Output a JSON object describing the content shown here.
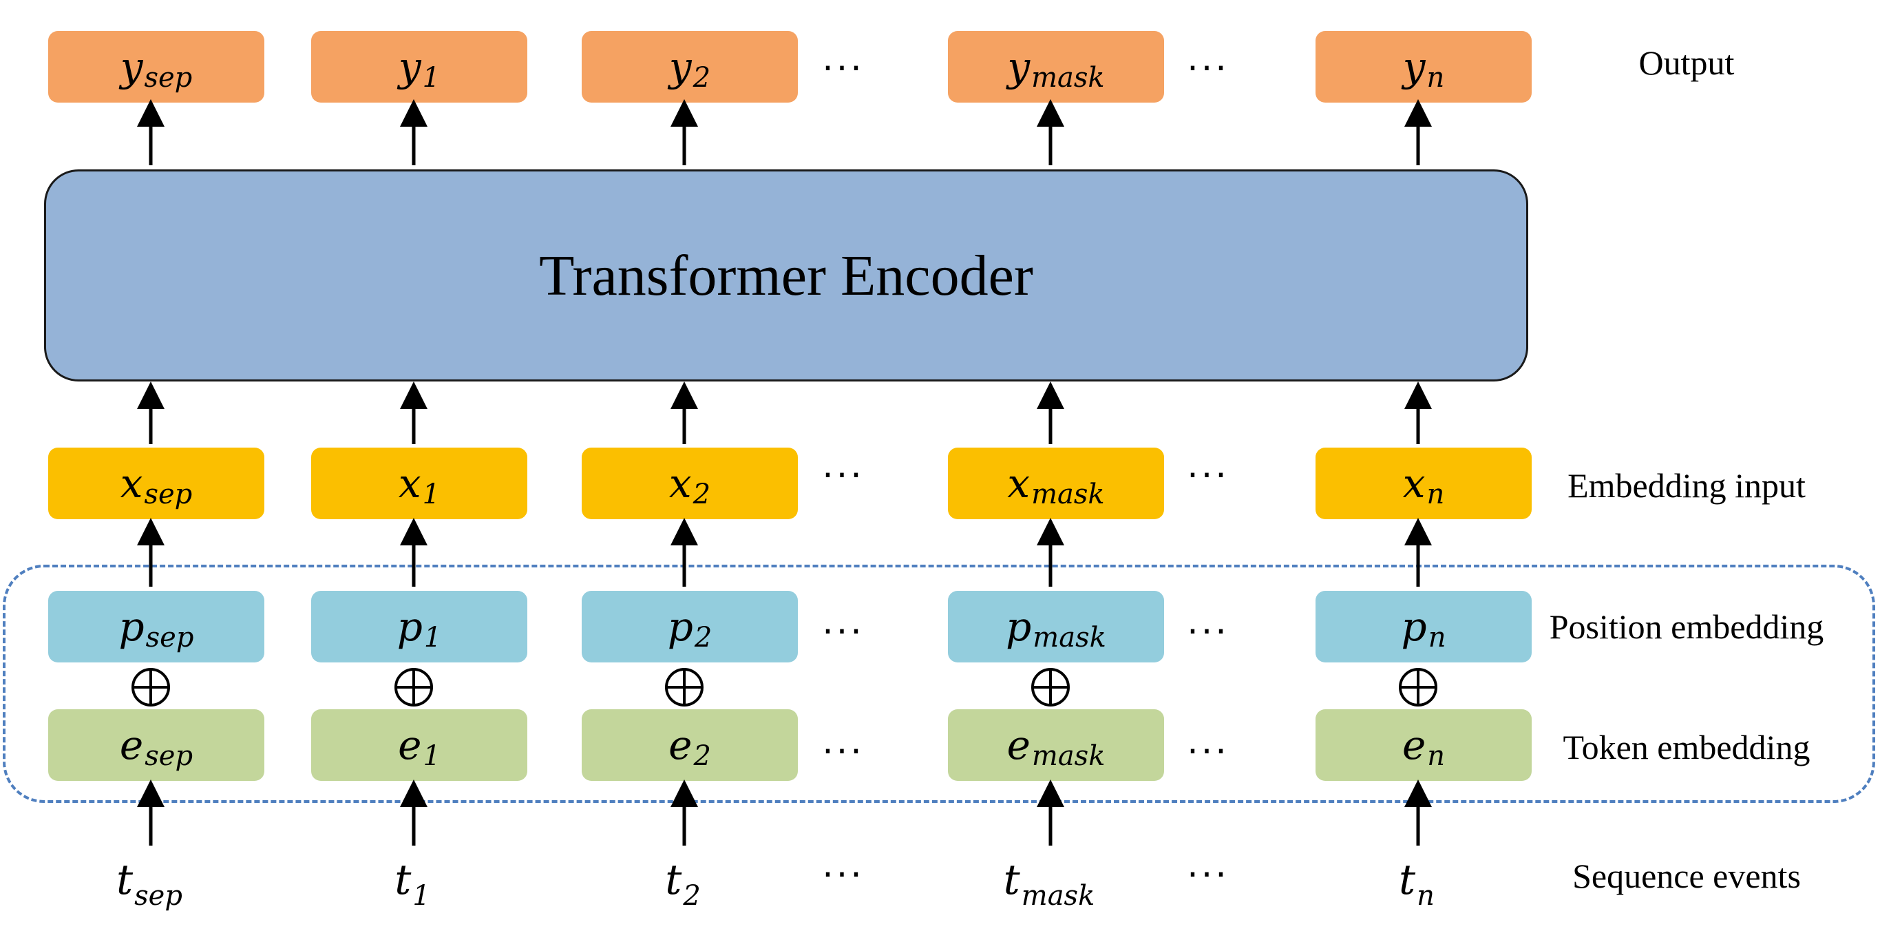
{
  "encoder_label": "Transformer Encoder",
  "row_labels": {
    "output": "Output",
    "embedding_input": "Embedding input",
    "position_embedding": "Position embedding",
    "token_embedding": "Token embedding",
    "sequence_events": "Sequence events"
  },
  "ellipsis": "···",
  "columns": [
    {
      "id": "sep",
      "sub": "sep"
    },
    {
      "id": "1",
      "sub": "1"
    },
    {
      "id": "2",
      "sub": "2"
    },
    {
      "id": "mask",
      "sub": "mask"
    },
    {
      "id": "n",
      "sub": "n"
    }
  ],
  "rows": {
    "output": "y",
    "embedding_input": "x",
    "position_embedding": "p",
    "token_embedding": "e",
    "sequence_events": "t"
  },
  "colors": {
    "output": "#f5a262",
    "embedding_input": "#fbbf00",
    "position_embedding": "#93cddd",
    "token_embedding": "#c3d69b",
    "encoder": "#95b3d7",
    "dashed_border": "#4f7fbf"
  },
  "icons": {
    "combine": "circled-plus-icon"
  }
}
